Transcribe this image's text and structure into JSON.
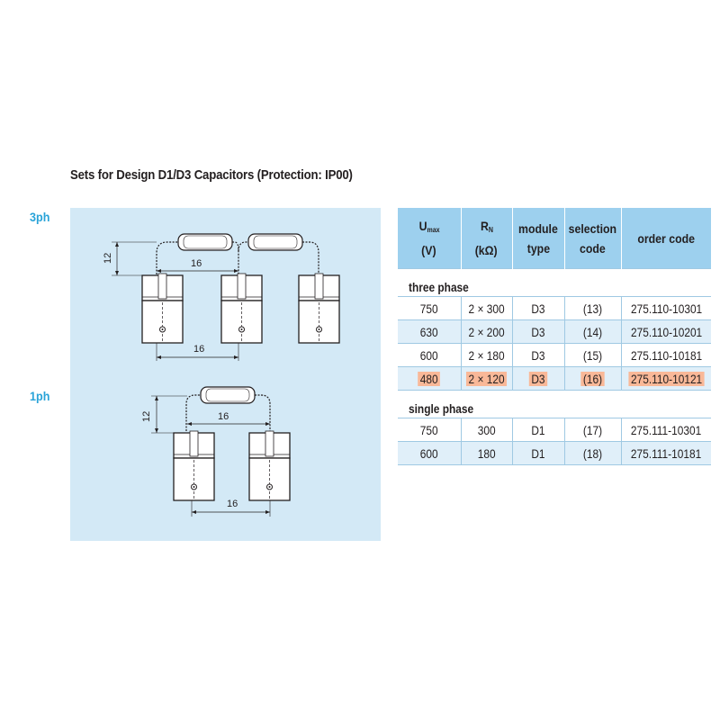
{
  "title": "Sets for Design D1/D3 Capacitors (Protection: IP00)",
  "labels": {
    "three_phase": "3ph",
    "single_phase": "1ph"
  },
  "drawing": {
    "dim_height": "12",
    "dim_spacing": "16"
  },
  "table": {
    "headers": {
      "umax_main": "U",
      "umax_sub": "max",
      "umax_unit": "(V)",
      "rn_main": "R",
      "rn_sub": "N",
      "rn_unit": "(kΩ)",
      "module_l1": "module",
      "module_l2": "type",
      "selection_l1": "selection",
      "selection_l2": "code",
      "order": "order code"
    },
    "sections": [
      {
        "label": "three phase",
        "rows": [
          {
            "umax": "750",
            "rn": "2 × 300",
            "module": "D3",
            "selection": "(13)",
            "order": "275.110-10301"
          },
          {
            "umax": "630",
            "rn": "2 × 200",
            "module": "D3",
            "selection": "(14)",
            "order": "275.110-10201"
          },
          {
            "umax": "600",
            "rn": "2 × 180",
            "module": "D3",
            "selection": "(15)",
            "order": "275.110-10181"
          },
          {
            "umax": "480",
            "rn": "2 × 120",
            "module": "D3",
            "selection": "(16)",
            "order": "275.110-10121"
          }
        ]
      },
      {
        "label": "single phase",
        "rows": [
          {
            "umax": "750",
            "rn": "300",
            "module": "D1",
            "selection": "(17)",
            "order": "275.111-10301"
          },
          {
            "umax": "600",
            "rn": "180",
            "module": "D1",
            "selection": "(18)",
            "order": "275.111-10181"
          }
        ]
      }
    ]
  },
  "colors": {
    "accent": "#29a3d8",
    "panel": "#d3e9f6",
    "header": "#9dd0ee",
    "stripe": "#e0eff9",
    "highlight": "#f9b898"
  }
}
